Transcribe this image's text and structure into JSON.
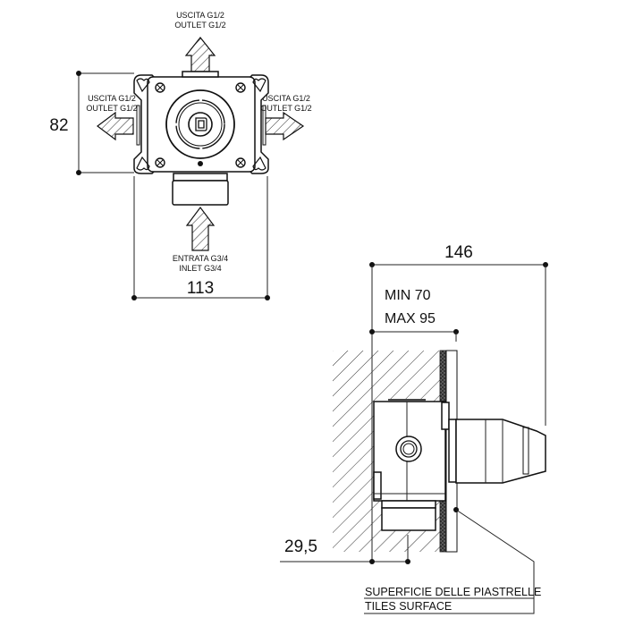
{
  "top_view": {
    "outlet_top": {
      "line1": "USCITA G1/2",
      "line2": "OUTLET G1/2"
    },
    "outlet_left": {
      "line1": "USCITA G1/2",
      "line2": "OUTLET G1/2"
    },
    "outlet_right": {
      "line1": "USCITA G1/2",
      "line2": "OUTLET G1/2"
    },
    "inlet": {
      "line1": "ENTRATA G3/4",
      "line2": "INLET G3/4"
    },
    "height_dim": "82",
    "width_dim": "113"
  },
  "side_view": {
    "overall_dim": "146",
    "depth_min": "MIN 70",
    "depth_max": "MAX 95",
    "offset_dim": "29,5",
    "surface_label_it": "SUPERFICIE DELLE PIASTRELLE",
    "surface_label_en": "TILES SURFACE"
  },
  "colors": {
    "line": "#111111",
    "background": "#ffffff"
  }
}
